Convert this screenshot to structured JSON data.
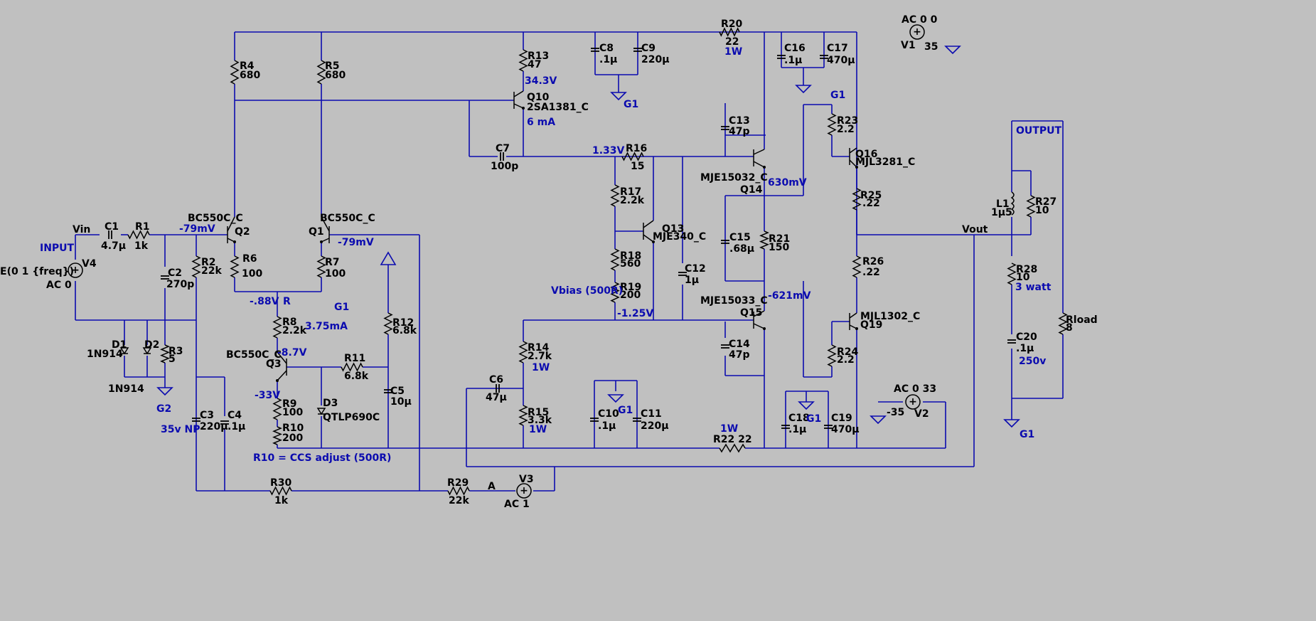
{
  "components": {
    "R1": [
      "R1",
      "1k"
    ],
    "R2": [
      "R2",
      "22k"
    ],
    "R3": [
      "R3",
      "5"
    ],
    "R4": [
      "R4",
      "680"
    ],
    "R5": [
      "R5",
      "680"
    ],
    "R6": [
      "R6",
      "100"
    ],
    "R7": [
      "R7",
      "100"
    ],
    "R8": [
      "R8",
      "2.2k"
    ],
    "R9": [
      "R9",
      "100"
    ],
    "R10": [
      "R10",
      "200"
    ],
    "R11": [
      "R11",
      "6.8k"
    ],
    "R12": [
      "R12",
      "6.8k"
    ],
    "R13": [
      "R13",
      "47"
    ],
    "R14": [
      "R14",
      "2.7k"
    ],
    "R15": [
      "R15",
      "3.3k"
    ],
    "R16": [
      "R16",
      "15"
    ],
    "R17": [
      "R17",
      "2.2k"
    ],
    "R18": [
      "R18",
      "560"
    ],
    "R19": [
      "R19",
      "200"
    ],
    "R20": [
      "R20",
      "22"
    ],
    "R21": [
      "R21",
      "150"
    ],
    "R22": [
      "R22 22"
    ],
    "R23": [
      "R23",
      "2.2"
    ],
    "R24": [
      "R24",
      "2.2"
    ],
    "R25": [
      "R25",
      ".22"
    ],
    "R26": [
      "R26",
      ".22"
    ],
    "R27": [
      "R27",
      "10"
    ],
    "R28": [
      "R28",
      "10"
    ],
    "R29": [
      "R29",
      "22k"
    ],
    "R30": [
      "R30",
      "1k"
    ],
    "Rload": [
      "Rload",
      "8"
    ],
    "C1": [
      "C1",
      "4.7µ"
    ],
    "C2": [
      "C2",
      "270p"
    ],
    "C3": [
      "C3",
      "220µ"
    ],
    "C4": [
      "C4",
      ".1µ"
    ],
    "C5": [
      "C5",
      "10µ"
    ],
    "C6": [
      "C6",
      "47µ"
    ],
    "C7": [
      "C7",
      "100p"
    ],
    "C8": [
      "C8",
      ".1µ"
    ],
    "C9": [
      "C9",
      "220µ"
    ],
    "C10": [
      "C10",
      ".1µ"
    ],
    "C11": [
      "C11",
      "220µ"
    ],
    "C12": [
      "C12",
      "1µ"
    ],
    "C13": [
      "C13",
      "47p"
    ],
    "C14": [
      "C14",
      "47p"
    ],
    "C15": [
      "C15",
      ".68µ"
    ],
    "C16": [
      "C16",
      ".1µ"
    ],
    "C17": [
      "C17",
      "470µ"
    ],
    "C18": [
      "C18",
      ".1µ"
    ],
    "C19": [
      "C19",
      "470µ"
    ],
    "C20": [
      "C20",
      ".1µ"
    ],
    "L1": [
      "L1",
      "1µ5"
    ],
    "D1": [
      "D1",
      "1N914"
    ],
    "D2": [
      "D2"
    ],
    "D2model": [
      "1N914"
    ],
    "D3": [
      "D3",
      "QTLP690C"
    ],
    "Q1": [
      "Q1",
      "BC550C_C"
    ],
    "Q2": [
      "BC550C_C",
      "Q2"
    ],
    "Q3": [
      "Q3",
      "BC550C_C"
    ],
    "Q10": [
      "Q10",
      "2SA1381_C"
    ],
    "Q13": [
      "Q13",
      "MJE340_C"
    ],
    "Q14": [
      "MJE15032_C",
      "Q14"
    ],
    "Q15": [
      "MJE15033_C",
      "Q15"
    ],
    "Q16": [
      "Q16",
      "MJL3281_C"
    ],
    "Q19": [
      "MJL1302_C",
      "Q19"
    ],
    "V1": [
      "AC 0 0",
      "V1",
      "35"
    ],
    "V2": [
      "AC 0 33",
      "-35",
      "V2"
    ],
    "V3": [
      "V3",
      "AC 1"
    ],
    "V4": [
      "V4",
      "E(0 1 {freq})",
      "AC 0"
    ]
  },
  "nets": [
    "Vin",
    "Vout",
    "A",
    "R",
    "G1",
    "G2"
  ],
  "annotations": {
    "input": "INPUT",
    "output": "OUTPUT",
    "v_q2e": "-79mV",
    "v_q1e": "-79mV",
    "v_r": "-.88V",
    "v_q3b": "-8.7V",
    "i_tail": "3.75mA",
    "v_q3e": "-33V",
    "c3_rating": "35v NP",
    "r10_note": "R10 = CCS adjust (500R)",
    "v_q10e": "34.3V",
    "i_vas": "6 mA",
    "v_bias_top": "1.33V",
    "vbias_label": "Vbias (500R)",
    "v_bias_bot": "-1.25V",
    "r14_rating": "1W",
    "r15_rating": "1W",
    "r20_rating": "1W",
    "r22_rating": "1W",
    "v_q14e": "630mV",
    "v_q15e": "-621mV",
    "r28_rating": "3 watt",
    "c20_rating": "250v"
  },
  "colors": {
    "background": "#c0c0c0",
    "wire": "#0b0baf",
    "symbol": "#000000",
    "annotation": "#0b0baf"
  }
}
